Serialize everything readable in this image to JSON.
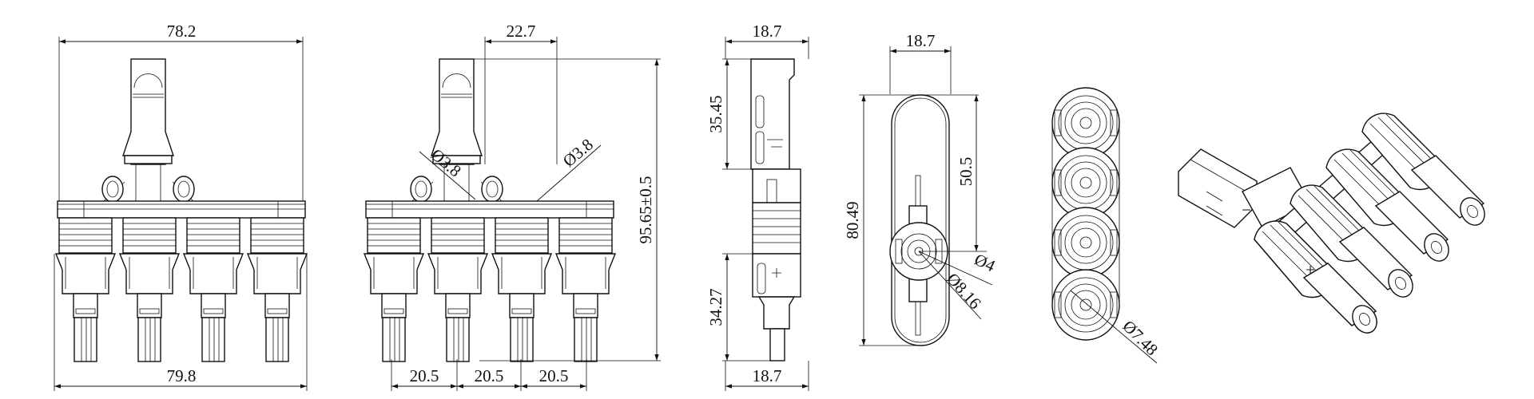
{
  "colors": {
    "line": "#111111",
    "background": "#ffffff"
  },
  "front_view": {
    "top_width": "78.2",
    "bottom_width": "79.8"
  },
  "rear_view": {
    "stem_width": "22.7",
    "hole_left": "Ø3.8",
    "hole_right": "Ø3.8",
    "overall_height": "95.65±0.5",
    "pitches": [
      "20.5",
      "20.5",
      "20.5"
    ]
  },
  "side_view": {
    "top_width": "18.7",
    "upper_length": "35.45",
    "lower_length": "34.27",
    "bottom_width": "18.7"
  },
  "top_view": {
    "width": "18.7",
    "length": "80.49",
    "offset": "50.5",
    "inner_dia": "Ø4",
    "outer_dia": "Ø8.16"
  },
  "end_view": {
    "port_dia": "Ø7.48"
  },
  "isometric_view": {
    "plus_mark": "+",
    "minus_mark": "−"
  }
}
